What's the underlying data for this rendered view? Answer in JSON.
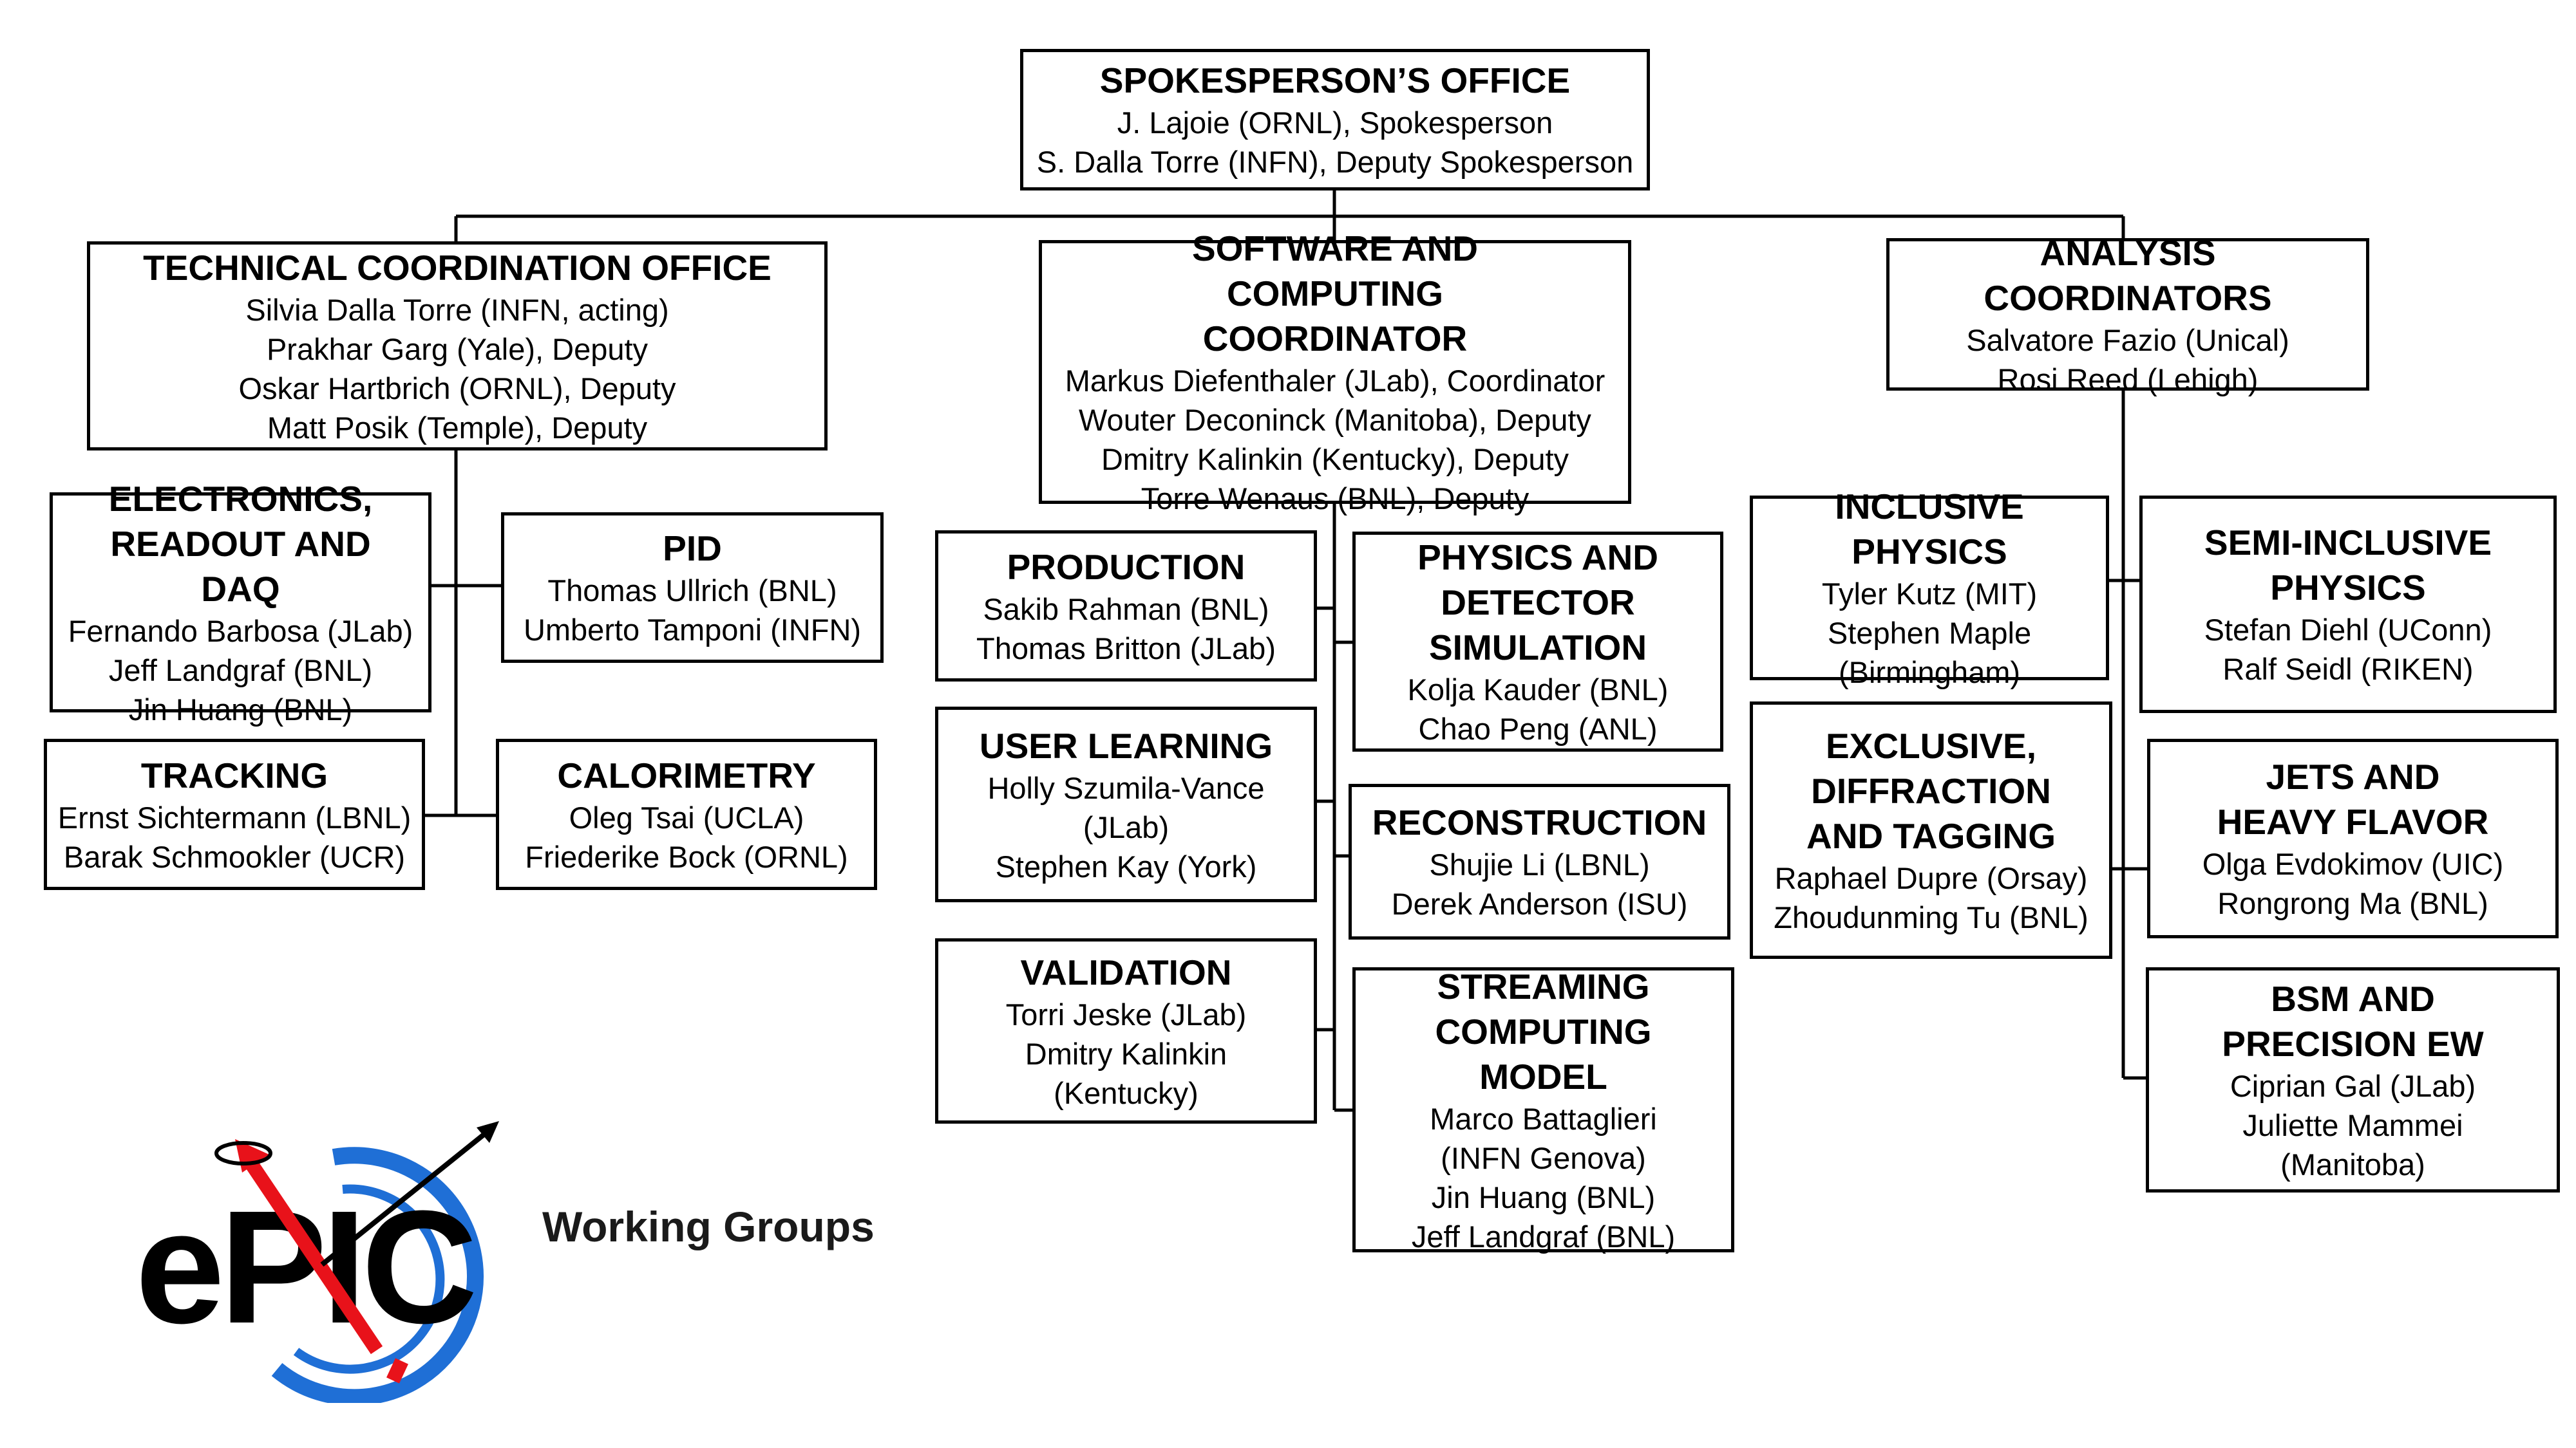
{
  "spokesperson": {
    "title": "SPOKESPERSON’S OFFICE",
    "members": [
      "J. Lajoie (ORNL), Spokesperson",
      "S. Dalla Torre (INFN), Deputy Spokesperson"
    ]
  },
  "tech_coord": {
    "title": "TECHNICAL COORDINATION OFFICE",
    "members": [
      "Silvia Dalla Torre (INFN, acting)",
      "Prakhar Garg (Yale), Deputy",
      "Oskar Hartbrich (ORNL), Deputy",
      "Matt Posik (Temple), Deputy"
    ]
  },
  "software": {
    "title": "SOFTWARE AND COMPUTING COORDINATOR",
    "members": [
      "Markus Diefenthaler (JLab), Coordinator",
      "Wouter Deconinck (Manitoba), Deputy",
      "Dmitry Kalinkin (Kentucky), Deputy",
      "Torre Wenaus (BNL), Deputy"
    ]
  },
  "analysis": {
    "title": "ANALYSIS COORDINATORS",
    "members": [
      "Salvatore Fazio (Unical)",
      "Rosi Reed (Lehigh)"
    ]
  },
  "electronics": {
    "title": "ELECTRONICS, READOUT AND DAQ",
    "members": [
      "Fernando Barbosa (JLab)",
      "Jeff Landgraf (BNL)",
      "Jin Huang (BNL)"
    ]
  },
  "pid": {
    "title": "PID",
    "members": [
      "Thomas Ullrich (BNL)",
      "Umberto Tamponi (INFN)"
    ]
  },
  "tracking": {
    "title": "TRACKING",
    "members": [
      "Ernst Sichtermann (LBNL)",
      "Barak Schmookler (UCR)"
    ]
  },
  "calorimetry": {
    "title": "CALORIMETRY",
    "members": [
      "Oleg Tsai (UCLA)",
      "Friederike Bock (ORNL)"
    ]
  },
  "production": {
    "title": "PRODUCTION",
    "members": [
      "Sakib Rahman (BNL)",
      "Thomas Britton (JLab)"
    ]
  },
  "physics_sim": {
    "title": "PHYSICS AND DETECTOR SIMULATION",
    "members": [
      "Kolja Kauder (BNL)",
      "Chao Peng (ANL)"
    ]
  },
  "user_learning": {
    "title": "USER LEARNING",
    "members": [
      "Holly Szumila-Vance",
      "(JLab)",
      "Stephen Kay (York)"
    ]
  },
  "reconstruction": {
    "title": "RECONSTRUCTION",
    "members": [
      "Shujie Li (LBNL)",
      "Derek Anderson (ISU)"
    ]
  },
  "validation": {
    "title": "VALIDATION",
    "members": [
      "Torri Jeske (JLab)",
      "Dmitry Kalinkin",
      "(Kentucky)"
    ]
  },
  "streaming": {
    "title": "STREAMING COMPUTING MODEL",
    "members": [
      "Marco Battaglieri",
      "(INFN Genova)",
      "Jin Huang (BNL)",
      "Jeff Landgraf (BNL)"
    ]
  },
  "inclusive": {
    "title": "INCLUSIVE PHYSICS",
    "members": [
      "Tyler Kutz (MIT)",
      "Stephen Maple",
      "(Birmingham)"
    ]
  },
  "semi_inclusive": {
    "title": "SEMI-INCLUSIVE PHYSICS",
    "members": [
      "Stefan Diehl (UConn)",
      "Ralf Seidl (RIKEN)"
    ]
  },
  "exclusive": {
    "title": "EXCLUSIVE, DIFFRACTION AND TAGGING",
    "members": [
      "Raphael Dupre (Orsay)",
      "Zhoudunming Tu (BNL)"
    ]
  },
  "jets": {
    "title": "JETS AND HEAVY FLAVOR",
    "members": [
      "Olga Evdokimov (UIC)",
      "Rongrong Ma (BNL)"
    ]
  },
  "bsm": {
    "title": "BSM AND PRECISION EW",
    "members": [
      "Ciprian Gal (JLab)",
      "Juliette Mammei",
      "(Manitoba)"
    ]
  },
  "logo": {
    "text": "ePIC"
  },
  "caption": "Working Groups",
  "colors": {
    "logo_blue": "#1f6fd6",
    "logo_red": "#e8121a",
    "line": "#000000"
  }
}
